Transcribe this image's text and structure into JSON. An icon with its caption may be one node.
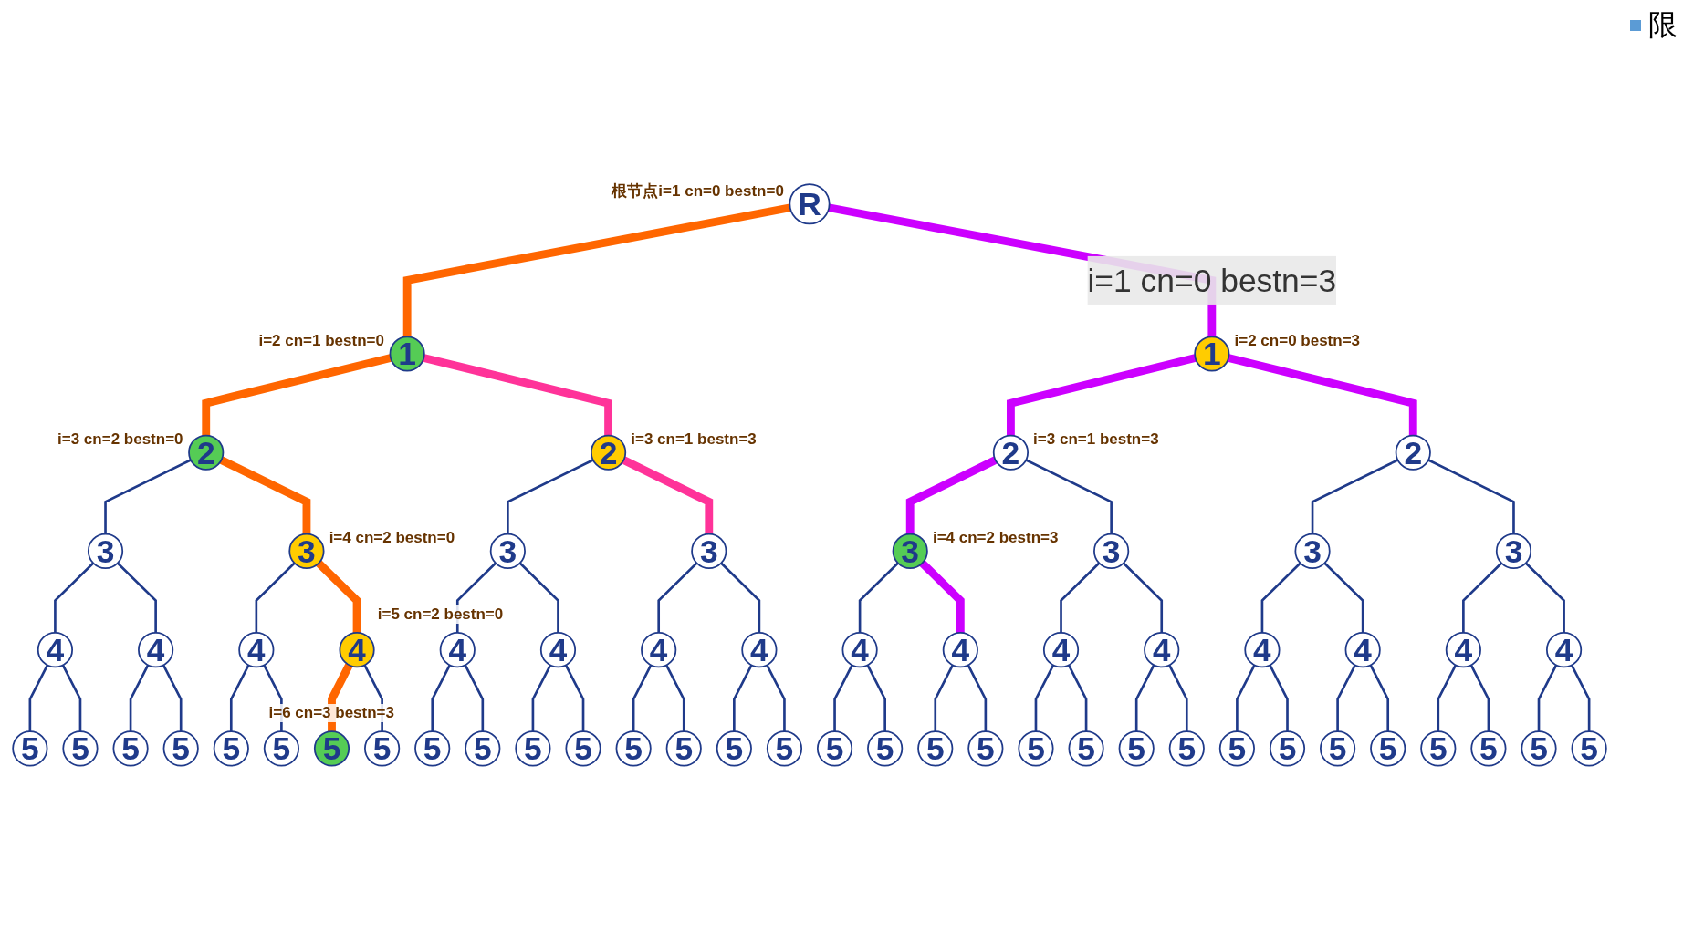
{
  "diagram": {
    "nodes": [
      {
        "text": [
          "R"
        ],
        "beside": [
          "根节点i=1 cn=0 bestn=0"
        ]
      },
      {
        "text": [
          "1"
        ],
        "beside": [
          "i=2 cn=1 bestn=0"
        ]
      },
      {
        "text": [
          "1"
        ],
        "beside": [
          "i=2 cn=0 bestn=3"
        ]
      },
      {
        "text": [
          "2"
        ],
        "beside": [
          "i=3 cn=2 bestn=0"
        ]
      },
      {
        "text": [
          "2"
        ],
        "beside": [
          "i=3 cn=1 bestn=3"
        ]
      },
      {
        "text": [
          "2"
        ],
        "beside": [
          "i=3 cn=1 bestn=3"
        ]
      },
      {
        "text": [
          "2"
        ]
      },
      {
        "text": [
          "3"
        ]
      },
      {
        "text": [
          "3"
        ],
        "beside": [
          "i=4 cn=2 bestn=0"
        ]
      },
      {
        "text": [
          "3"
        ]
      },
      {
        "text": [
          "3"
        ]
      },
      {
        "text": [
          "3"
        ],
        "beside": [
          "i=4 cn=2 bestn=3"
        ]
      },
      {
        "text": [
          "3"
        ]
      },
      {
        "text": [
          "3"
        ]
      },
      {
        "text": [
          "3"
        ]
      },
      {
        "text": [
          "4"
        ]
      },
      {
        "text": [
          "4"
        ]
      },
      {
        "text": [
          "4"
        ]
      },
      {
        "text": [
          "4"
        ],
        "beside": [
          "i=5 cn=2 bestn=0"
        ]
      },
      {
        "text": [
          "4"
        ]
      },
      {
        "text": [
          "4"
        ]
      },
      {
        "text": [
          "4"
        ]
      },
      {
        "text": [
          "4"
        ]
      },
      {
        "text": [
          "4"
        ]
      },
      {
        "text": [
          "4"
        ]
      },
      {
        "text": [
          "4"
        ]
      },
      {
        "text": [
          "4"
        ]
      },
      {
        "text": [
          "4"
        ]
      },
      {
        "text": [
          "4"
        ]
      },
      {
        "text": [
          "4"
        ]
      },
      {
        "text": [
          "4"
        ]
      },
      {
        "text": [
          "5"
        ]
      },
      {
        "text": [
          "5"
        ]
      },
      {
        "text": [
          "5"
        ]
      },
      {
        "text": [
          "5"
        ]
      },
      {
        "text": [
          "5"
        ]
      },
      {
        "text": [
          "5"
        ]
      },
      {
        "text": [
          "5"
        ],
        "beside": [
          "i=6 cn=3 bestn=3"
        ]
      },
      {
        "text": [
          "5"
        ]
      },
      {
        "text": [
          "5"
        ]
      },
      {
        "text": [
          "5"
        ]
      },
      {
        "text": [
          "5"
        ]
      },
      {
        "text": [
          "5"
        ]
      },
      {
        "text": [
          "5"
        ]
      },
      {
        "text": [
          "5"
        ]
      },
      {
        "text": [
          "5"
        ]
      },
      {
        "text": [
          "5"
        ]
      },
      {
        "text": [
          "5"
        ]
      },
      {
        "text": [
          "5"
        ]
      },
      {
        "text": [
          "5"
        ]
      },
      {
        "text": [
          "5"
        ]
      },
      {
        "text": [
          "5"
        ]
      },
      {
        "text": [
          "5"
        ]
      },
      {
        "text": [
          "5"
        ]
      },
      {
        "text": [
          "5"
        ]
      },
      {
        "text": [
          "5"
        ]
      },
      {
        "text": [
          "5"
        ]
      },
      {
        "text": [
          "5"
        ]
      },
      {
        "text": [
          "5"
        ]
      },
      {
        "text": [
          "5"
        ]
      },
      {
        "text": [
          "5"
        ]
      },
      {
        "text": [
          "5"
        ]
      },
      {
        "text": [
          "5"
        ]
      }
    ],
    "edges": [
      {
        "from": 0,
        "to": 1,
        "arrow": "none",
        "style": "thick",
        "color": "#ff6600"
      },
      {
        "from": 0,
        "to": 2,
        "arrow": "none",
        "style": "thick",
        "color": "#cc00ff",
        "label": "i=1 cn=0 bestn=3"
      },
      {
        "from": 1,
        "to": 3,
        "arrow": "none",
        "style": "thick",
        "color": "#ff6600"
      },
      {
        "from": 1,
        "to": 4,
        "arrow": "none",
        "style": "thick",
        "color": "#ff3399"
      },
      {
        "from": 2,
        "to": 5,
        "arrow": "none",
        "style": "thick",
        "color": "#cc00ff"
      },
      {
        "from": 2,
        "to": 6,
        "arrow": "none",
        "style": "thick",
        "color": "#cc00ff"
      },
      {
        "from": 3,
        "to": 7,
        "arrow": "none"
      },
      {
        "from": 3,
        "to": 8,
        "arrow": "none",
        "style": "thick",
        "color": "#ff6600"
      },
      {
        "from": 4,
        "to": 9,
        "arrow": "none"
      },
      {
        "from": 4,
        "to": 10,
        "arrow": "none",
        "style": "thick",
        "color": "#ff3399"
      },
      {
        "from": 5,
        "to": 11,
        "arrow": "none",
        "style": "thick",
        "color": "#cc00ff"
      },
      {
        "from": 5,
        "to": 12,
        "arrow": "none"
      },
      {
        "from": 6,
        "to": 13,
        "arrow": "none"
      },
      {
        "from": 6,
        "to": 14,
        "arrow": "none"
      },
      {
        "from": 7,
        "to": 15,
        "arrow": "none"
      },
      {
        "from": 7,
        "to": 16,
        "arrow": "none"
      },
      {
        "from": 8,
        "to": 17,
        "arrow": "none"
      },
      {
        "from": 8,
        "to": 18,
        "arrow": "none",
        "style": "thick",
        "color": "#ff6600"
      },
      {
        "from": 9,
        "to": 19,
        "arrow": "none"
      },
      {
        "from": 9,
        "to": 20,
        "arrow": "none"
      },
      {
        "from": 10,
        "to": 21,
        "arrow": "none"
      },
      {
        "from": 10,
        "to": 22,
        "arrow": "none"
      },
      {
        "from": 11,
        "to": 23,
        "arrow": "none"
      },
      {
        "from": 11,
        "to": 24,
        "arrow": "none",
        "style": "thick",
        "color": "#cc00ff"
      },
      {
        "from": 12,
        "to": 25,
        "arrow": "none"
      },
      {
        "from": 12,
        "to": 26,
        "arrow": "none"
      },
      {
        "from": 13,
        "to": 27,
        "arrow": "none"
      },
      {
        "from": 13,
        "to": 28,
        "arrow": "none"
      },
      {
        "from": 14,
        "to": 29,
        "arrow": "none"
      },
      {
        "from": 14,
        "to": 30,
        "arrow": "none"
      },
      {
        "from": 15,
        "to": 31,
        "arrow": "none"
      },
      {
        "from": 15,
        "to": 32,
        "arrow": "none"
      },
      {
        "from": 16,
        "to": 33,
        "arrow": "none"
      },
      {
        "from": 16,
        "to": 34,
        "arrow": "none"
      },
      {
        "from": 17,
        "to": 35,
        "arrow": "none"
      },
      {
        "from": 17,
        "to": 36,
        "arrow": "none"
      },
      {
        "from": 18,
        "to": 37,
        "arrow": "none",
        "style": "thick",
        "color": "#ff6600"
      },
      {
        "from": 18,
        "to": 38,
        "arrow": "none"
      },
      {
        "from": 19,
        "to": 39,
        "arrow": "none"
      },
      {
        "from": 19,
        "to": 40,
        "arrow": "none"
      },
      {
        "from": 20,
        "to": 41,
        "arrow": "none"
      },
      {
        "from": 20,
        "to": 42,
        "arrow": "none"
      },
      {
        "from": 21,
        "to": 43,
        "arrow": "none"
      },
      {
        "from": 21,
        "to": 44,
        "arrow": "none"
      },
      {
        "from": 22,
        "to": 45,
        "arrow": "none"
      },
      {
        "from": 22,
        "to": 46,
        "arrow": "none"
      },
      {
        "from": 23,
        "to": 47,
        "arrow": "none"
      },
      {
        "from": 23,
        "to": 48,
        "arrow": "none"
      },
      {
        "from": 24,
        "to": 49,
        "arrow": "none"
      },
      {
        "from": 24,
        "to": 50,
        "arrow": "none"
      },
      {
        "from": 25,
        "to": 51,
        "arrow": "none"
      },
      {
        "from": 25,
        "to": 52,
        "arrow": "none"
      },
      {
        "from": 26,
        "to": 53,
        "arrow": "none"
      },
      {
        "from": 26,
        "to": 54,
        "arrow": "none"
      },
      {
        "from": 27,
        "to": 55,
        "arrow": "none"
      },
      {
        "from": 27,
        "to": 56,
        "arrow": "none"
      },
      {
        "from": 28,
        "to": 57,
        "arrow": "none"
      },
      {
        "from": 28,
        "to": 58,
        "arrow": "none"
      },
      {
        "from": 29,
        "to": 59,
        "arrow": "none"
      },
      {
        "from": 29,
        "to": 60,
        "arrow": "none"
      },
      {
        "from": 30,
        "to": 61,
        "arrow": "none"
      },
      {
        "from": 30,
        "to": 62,
        "arrow": "none"
      }
    ],
    "labels": [
      "限"
    ]
  }
}
